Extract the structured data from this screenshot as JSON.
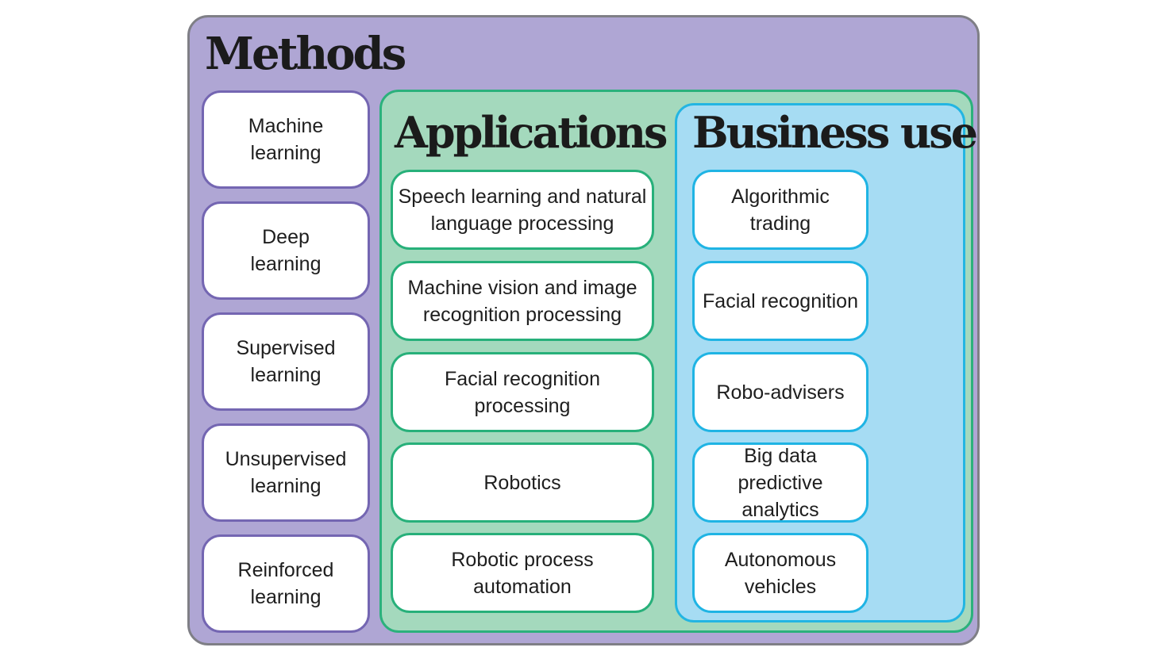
{
  "methods": {
    "title": "Methods",
    "items": [
      {
        "label": "Machine\nlearning"
      },
      {
        "label": "Deep\nlearning"
      },
      {
        "label": "Supervised\nlearning"
      },
      {
        "label": "Unsupervised\nlearning"
      },
      {
        "label": "Reinforced\nlearning"
      }
    ]
  },
  "applications": {
    "title": "Applications",
    "items": [
      {
        "label": "Speech learning and natural\nlanguage processing"
      },
      {
        "label": "Machine vision and image\nrecognition processing"
      },
      {
        "label": "Facial recognition\nprocessing"
      },
      {
        "label": "Robotics"
      },
      {
        "label": "Robotic process\nautomation"
      }
    ]
  },
  "business_use": {
    "title": "Business use",
    "items": [
      {
        "label": "Algorithmic\ntrading"
      },
      {
        "label": "Facial recognition"
      },
      {
        "label": "Robo-advisers"
      },
      {
        "label": "Big data\npredictive analytics"
      },
      {
        "label": "Autonomous\nvehicles"
      }
    ]
  },
  "colors": {
    "methods_fill": "#afa6d4",
    "applications_fill": "#a4d9bd",
    "business_fill": "#a6dcf3"
  }
}
